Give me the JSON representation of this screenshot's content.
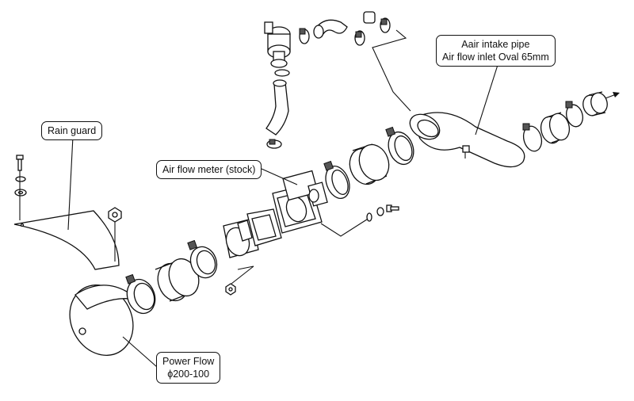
{
  "callouts": {
    "rain_guard": "Rain guard",
    "air_flow_meter": "Air flow meter (stock)",
    "intake_pipe_line1": "Aair intake pipe",
    "intake_pipe_line2": "Air flow inlet Oval 65mm",
    "power_flow_line1": "Power Flow",
    "power_flow_line2": "ϕ200-100"
  }
}
